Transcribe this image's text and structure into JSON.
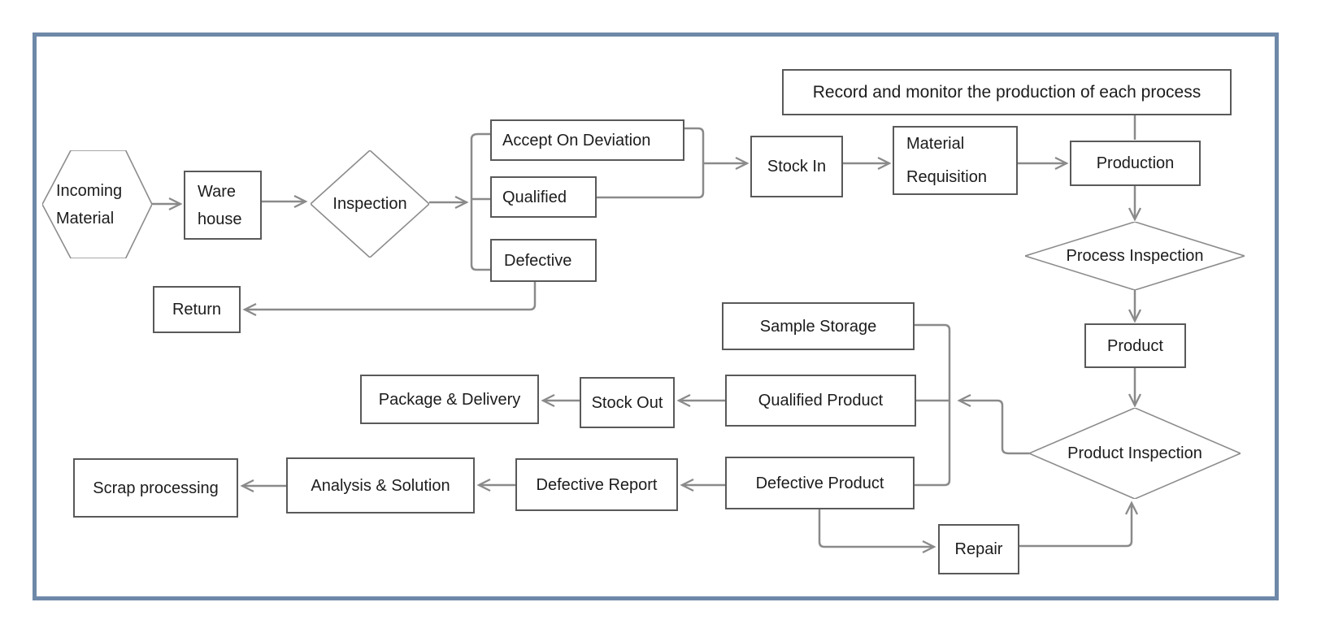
{
  "nodes": {
    "incoming_material": {
      "lines": [
        "Incoming",
        "Material"
      ],
      "shape": "hexagon"
    },
    "warehouse": {
      "lines": [
        "Ware",
        "house"
      ],
      "shape": "rect"
    },
    "inspection": {
      "label": "Inspection",
      "shape": "diamond"
    },
    "accept_on_deviation": {
      "label": "Accept On Deviation",
      "shape": "rect"
    },
    "qualified": {
      "label": "Qualified",
      "shape": "rect"
    },
    "defective": {
      "label": "Defective",
      "shape": "rect"
    },
    "return": {
      "label": "Return",
      "shape": "rect"
    },
    "stock_in": {
      "label": "Stock In",
      "shape": "rect"
    },
    "material_requisition": {
      "lines": [
        "Material",
        "Requisition"
      ],
      "shape": "rect"
    },
    "record_note": {
      "label": "Record and monitor the production of each process",
      "shape": "rect"
    },
    "production": {
      "label": "Production",
      "shape": "rect"
    },
    "process_inspection": {
      "label": "Process Inspection",
      "shape": "diamond"
    },
    "product": {
      "label": "Product",
      "shape": "rect"
    },
    "product_inspection": {
      "label": "Product Inspection",
      "shape": "diamond"
    },
    "sample_storage": {
      "label": "Sample Storage",
      "shape": "rect"
    },
    "qualified_product": {
      "label": "Qualified Product",
      "shape": "rect"
    },
    "defective_product": {
      "label": "Defective Product",
      "shape": "rect"
    },
    "stock_out": {
      "label": "Stock Out",
      "shape": "rect"
    },
    "package_delivery": {
      "label": "Package & Delivery",
      "shape": "rect"
    },
    "defective_report": {
      "label": "Defective Report",
      "shape": "rect"
    },
    "analysis_solution": {
      "label": "Analysis & Solution",
      "shape": "rect"
    },
    "scrap_processing": {
      "label": "Scrap processing",
      "shape": "rect"
    },
    "repair": {
      "label": "Repair",
      "shape": "rect"
    }
  },
  "edges": [
    [
      "incoming_material",
      "warehouse"
    ],
    [
      "warehouse",
      "inspection"
    ],
    [
      "inspection",
      "accept_on_deviation"
    ],
    [
      "inspection",
      "qualified"
    ],
    [
      "inspection",
      "defective"
    ],
    [
      "accept_on_deviation",
      "stock_in"
    ],
    [
      "qualified",
      "stock_in"
    ],
    [
      "defective",
      "return"
    ],
    [
      "stock_in",
      "material_requisition"
    ],
    [
      "material_requisition",
      "production"
    ],
    [
      "record_note",
      "production"
    ],
    [
      "production",
      "process_inspection"
    ],
    [
      "process_inspection",
      "product"
    ],
    [
      "product",
      "product_inspection"
    ],
    [
      "product_inspection",
      "sample_storage"
    ],
    [
      "product_inspection",
      "qualified_product"
    ],
    [
      "product_inspection",
      "defective_product"
    ],
    [
      "qualified_product",
      "stock_out"
    ],
    [
      "stock_out",
      "package_delivery"
    ],
    [
      "defective_product",
      "defective_report"
    ],
    [
      "defective_report",
      "analysis_solution"
    ],
    [
      "analysis_solution",
      "scrap_processing"
    ],
    [
      "defective_product",
      "repair"
    ],
    [
      "repair",
      "product_inspection"
    ]
  ],
  "colors": {
    "frame_border": "#6e88a8",
    "box_border": "#595959",
    "shape_outline": "#8c8c8c",
    "connector": "#8a8a8a",
    "text": "#1c1c1c",
    "background": "#ffffff"
  }
}
